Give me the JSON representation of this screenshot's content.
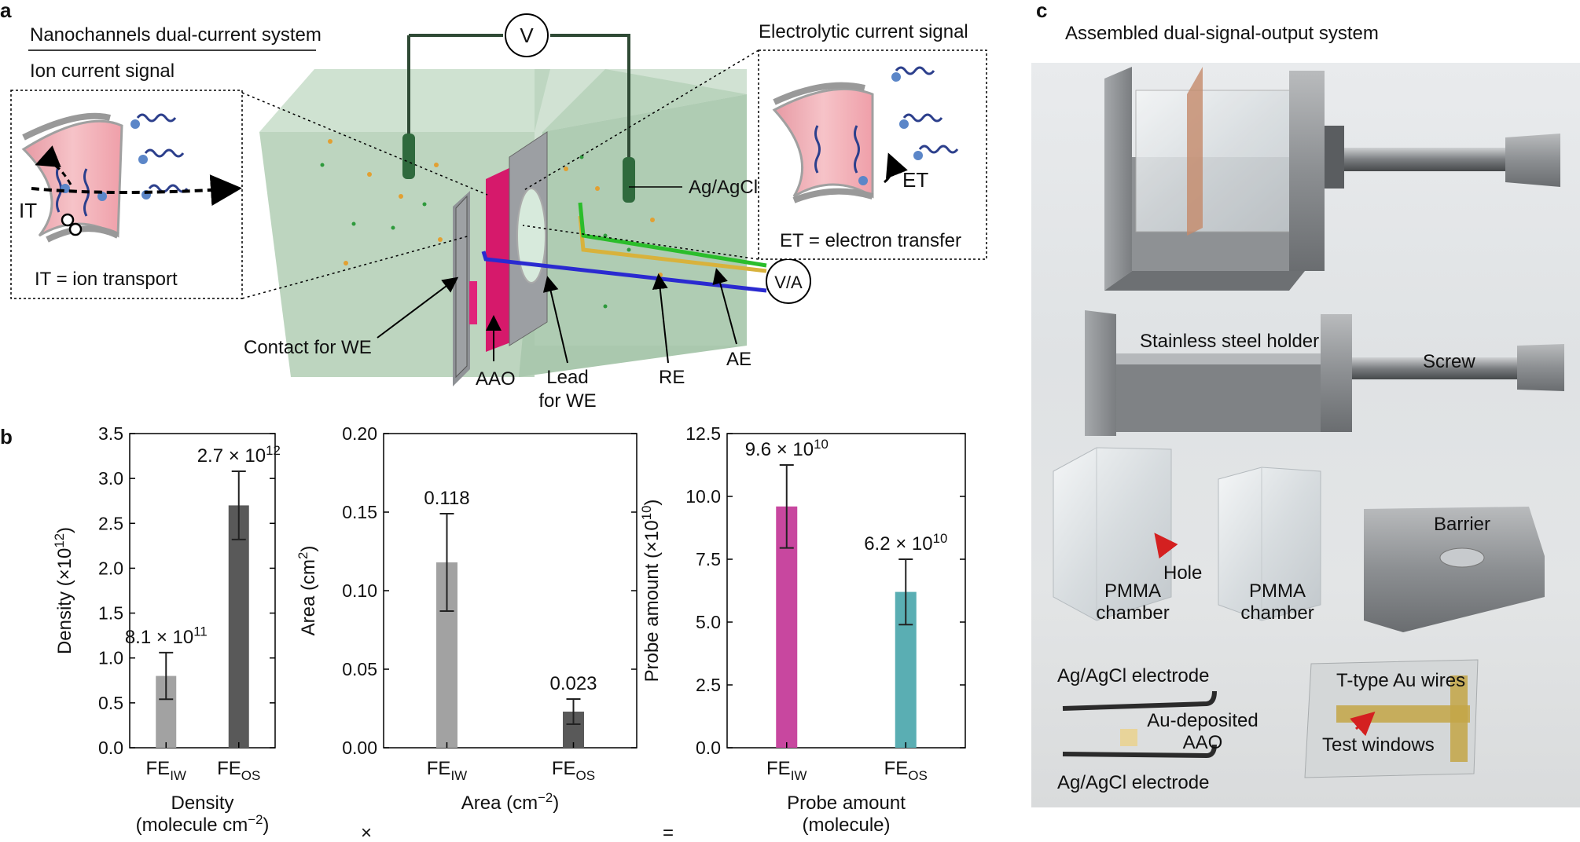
{
  "panels": {
    "a": "a",
    "b": "b",
    "c": "c"
  },
  "schematic": {
    "title": "Nanochannels dual-current system",
    "ion_label": "Ion current signal",
    "electro_label": "Electrolytic current signal",
    "it_short": "IT",
    "it_full": "IT = ion transport",
    "et_short": "ET",
    "et_full": "ET = electron transfer",
    "voltmeter": "V",
    "va_meter": "V/A",
    "ag_agcl": "Ag/AgCl",
    "contact_we": "Contact for WE",
    "aao": "AAO",
    "lead_line1": "Lead",
    "lead_line2": "for WE",
    "re": "RE",
    "ae": "AE"
  },
  "photos": {
    "title": "Assembled dual-signal-output system",
    "stainless": "Stainless steel holder",
    "screw": "Screw",
    "barrier": "Barrier",
    "hole": "Hole",
    "pmma1_line1": "PMMA",
    "pmma1_line2": "chamber",
    "pmma2_line1": "PMMA",
    "pmma2_line2": "chamber",
    "agcl_top": "Ag/AgCl electrode",
    "au_aao_line1": "Au-deposited",
    "au_aao_line2": "AAO",
    "agcl_bottom": "Ag/AgCl electrode",
    "ttype": "T-type Au wires",
    "test_windows": "Test windows"
  },
  "operators": {
    "times": "×",
    "equals": "="
  },
  "chart_data": [
    {
      "type": "bar",
      "categories": [
        "FE_IW",
        "FE_OS"
      ],
      "category_main": [
        "FE",
        "FE"
      ],
      "category_sub": [
        "IW",
        "OS"
      ],
      "values": [
        0.8,
        2.7
      ],
      "errors": [
        0.26,
        0.38
      ],
      "colors": [
        "#a2a2a2",
        "#595959"
      ],
      "ylim": [
        0,
        3.5
      ],
      "yticks": [
        "0.0",
        "0.5",
        "1.0",
        "1.5",
        "2.0",
        "2.5",
        "3.0",
        "3.5"
      ],
      "ylabel": "Density (×10",
      "ylabel_sup": "12",
      "ylabel_tail": ")",
      "xlabel_line1": "Density",
      "xlabel_line2": "(molecule cm",
      "xlabel_line2_sup": "−2",
      "xlabel_line2_tail": ")",
      "annotations": [
        {
          "base": "8.1 × 10",
          "sup": "11"
        },
        {
          "base": "2.7 × 10",
          "sup": "12"
        }
      ]
    },
    {
      "type": "bar",
      "categories": [
        "FE_IW",
        "FE_OS"
      ],
      "category_main": [
        "FE",
        "FE"
      ],
      "category_sub": [
        "IW",
        "OS"
      ],
      "values": [
        0.118,
        0.023
      ],
      "errors": [
        0.031,
        0.008
      ],
      "colors": [
        "#a2a2a2",
        "#595959"
      ],
      "ylim": [
        0,
        0.2
      ],
      "yticks": [
        "0.00",
        "0.05",
        "0.10",
        "0.15",
        "0.20"
      ],
      "ylabel": "Area (cm",
      "ylabel_sup": "2",
      "ylabel_tail": ")",
      "xlabel_line1": "Area (cm",
      "xlabel_line1_sup": "−2",
      "xlabel_line1_tail": ")",
      "annotations": [
        {
          "base": "0.118",
          "sup": ""
        },
        {
          "base": "0.023",
          "sup": ""
        }
      ]
    },
    {
      "type": "bar",
      "categories": [
        "FE_IW",
        "FE_OS"
      ],
      "category_main": [
        "FE",
        "FE"
      ],
      "category_sub": [
        "IW",
        "OS"
      ],
      "values": [
        9.6,
        6.2
      ],
      "errors": [
        1.65,
        1.3
      ],
      "colors": [
        "#c8479f",
        "#5aaeb3"
      ],
      "ylim": [
        0,
        12.5
      ],
      "yticks": [
        "0.0",
        "2.5",
        "5.0",
        "7.5",
        "10.0",
        "12.5"
      ],
      "ylabel": "Probe amount (×10",
      "ylabel_sup": "10",
      "ylabel_tail": ")",
      "xlabel_line1": "Probe amount",
      "xlabel_line2": "(molecule)",
      "annotations": [
        {
          "base": "9.6 × 10",
          "sup": "10"
        },
        {
          "base": "6.2 × 10",
          "sup": "10"
        }
      ]
    }
  ]
}
